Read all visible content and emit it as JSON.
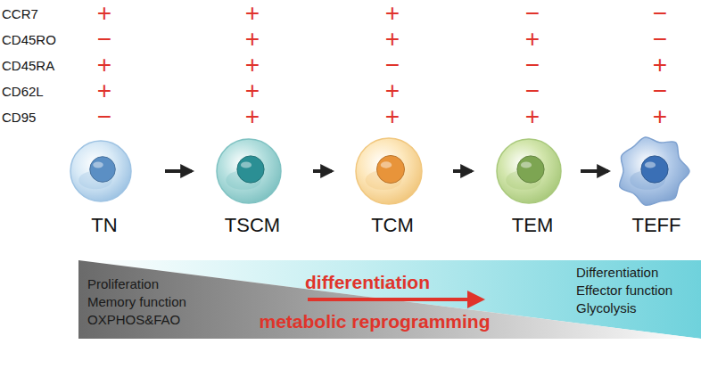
{
  "diagram": {
    "nodes": [
      {
        "text": [
          "TN"
        ]
      },
      {
        "text": [
          "TSCM"
        ]
      },
      {
        "text": [
          "TCM"
        ]
      },
      {
        "text": [
          "TEM"
        ]
      },
      {
        "text": [
          "TEFF"
        ]
      }
    ],
    "edges": [
      {
        "from": 0,
        "to": 1,
        "arrow": "to"
      },
      {
        "from": 1,
        "to": 2,
        "arrow": "to"
      },
      {
        "from": 2,
        "to": 3,
        "arrow": "to"
      },
      {
        "from": 3,
        "to": 4,
        "arrow": "to"
      }
    ],
    "labels": [
      "CCR7",
      "+",
      "+",
      "+",
      "−",
      "−",
      "CD45RO",
      "−",
      "+",
      "+",
      "+",
      "−",
      "CD45RA",
      "+",
      "+",
      "−",
      "−",
      "+",
      "CD62L",
      "+",
      "+",
      "+",
      "−",
      "−",
      "CD95",
      "−",
      "+",
      "+",
      "+",
      "+",
      "Proliferation",
      "Memory function",
      "OXPHOS&FAO",
      "Differentiation",
      "Effector function",
      "Glycolysis",
      "differentiation",
      "metabolic reprogramming"
    ]
  }
}
